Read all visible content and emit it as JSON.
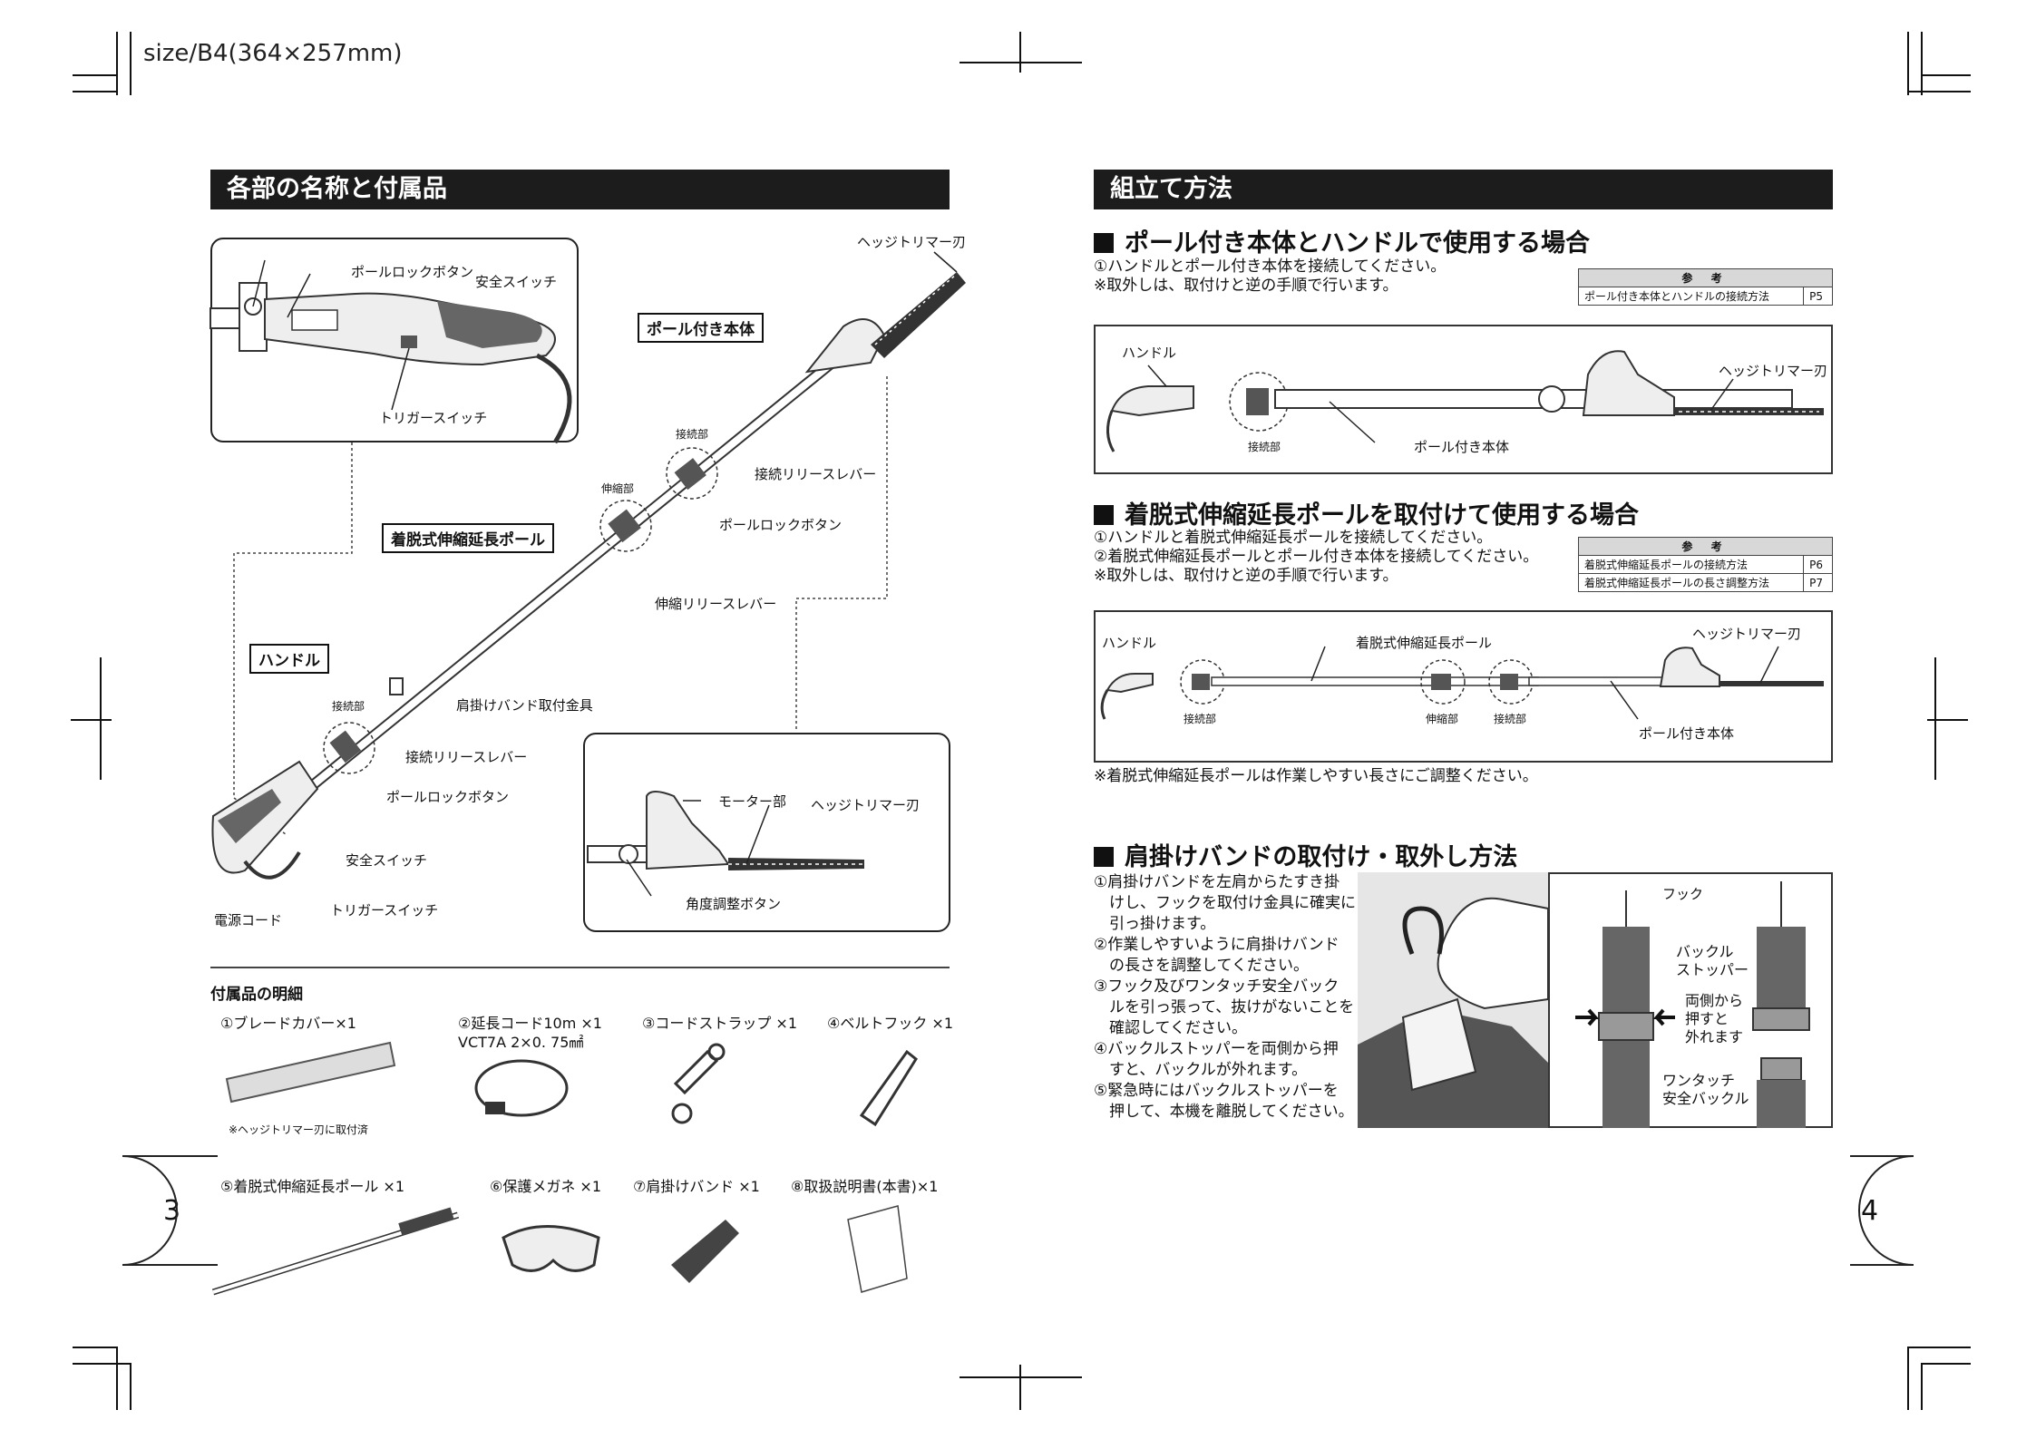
{
  "size_label": "size/B4(364×257mm)",
  "left_page": {
    "section_title": "各部の名称と付属品",
    "diagram_labels": {
      "hedge_blade_top": "ヘッジトリマー刃",
      "pole_main_body": "ポール付き本体",
      "inset_pole_lock": "ポールロックボタン",
      "inset_safety_switch": "安全スイッチ",
      "inset_trigger": "トリガースイッチ",
      "joint1": "接続部",
      "joint1_release": "接続リリースレバー",
      "joint1_lock": "ポールロックボタン",
      "telescope": "伸縮部",
      "telescope_release": "伸縮リリースレバー",
      "extension_pole": "着脱式伸縮延長ポール",
      "handle": "ハンドル",
      "joint2": "接続部",
      "shoulder_fitting": "肩掛けバンド取付金具",
      "joint2_release": "接続リリースレバー",
      "joint2_lock": "ポールロックボタン",
      "safety_switch": "安全スイッチ",
      "trigger": "トリガースイッチ",
      "power_cord": "電源コード",
      "motor": "モーター部",
      "hedge_blade_inset": "ヘッジトリマー刃",
      "angle_button": "角度調整ボタン"
    },
    "accessories_title": "付属品の明細",
    "accessories": [
      {
        "label": "①ブレードカバー×1",
        "note": "※ヘッジトリマー刃に取付済"
      },
      {
        "label": "②延長コード10m ×1\nVCT7A 2×0. 75㎟"
      },
      {
        "label": "③コードストラップ ×1"
      },
      {
        "label": "④ベルトフック ×1"
      },
      {
        "label": "⑤着脱式伸縮延長ポール ×1"
      },
      {
        "label": "⑥保護メガネ ×1"
      },
      {
        "label": "⑦肩掛けバンド ×1"
      },
      {
        "label": "⑧取扱説明書(本書)×1"
      }
    ],
    "page_number": "3"
  },
  "right_page": {
    "section_title": "組立て方法",
    "sub1": {
      "title": "ポール付き本体とハンドルで使用する場合",
      "notes": "①ハンドルとポール付き本体を接続してください。\n※取外しは、取付けと逆の手順で行います。",
      "ref_header": "参 考",
      "refs": [
        {
          "text": "ポール付き本体とハンドルの接続方法",
          "page": "P5"
        }
      ],
      "labels": {
        "handle": "ハンドル",
        "joint": "接続部",
        "pole_body": "ポール付き本体",
        "blade": "ヘッジトリマー刃"
      }
    },
    "sub2": {
      "title": "着脱式伸縮延長ポールを取付けて使用する場合",
      "notes": "①ハンドルと着脱式伸縮延長ポールを接続してください。\n②着脱式伸縮延長ポールとポール付き本体を接続してください。\n※取外しは、取付けと逆の手順で行います。",
      "ref_header": "参 考",
      "refs": [
        {
          "text": "着脱式伸縮延長ポールの接続方法",
          "page": "P6"
        },
        {
          "text": "着脱式伸縮延長ポールの長さ調整方法",
          "page": "P7"
        }
      ],
      "labels": {
        "handle": "ハンドル",
        "ext_pole": "着脱式伸縮延長ポール",
        "blade": "ヘッジトリマー刃",
        "joint_a": "接続部",
        "telescope": "伸縮部",
        "joint_b": "接続部",
        "pole_body": "ポール付き本体"
      },
      "footnote": "※着脱式伸縮延長ポールは作業しやすい長さにご調整ください。"
    },
    "sub3": {
      "title": "肩掛けバンドの取付け・取外し方法",
      "steps": "①肩掛けバンドを左肩からたすき掛\n　けし、フックを取付け金具に確実に\n　引っ掛けます。\n②作業しやすいように肩掛けバンド\n　の長さを調整してください。\n③フック及びワンタッチ安全バック\n　ルを引っ張って、抜けがないことを\n　確認してください。\n④バックルストッパーを両側から押\n　すと、バックルが外れます。\n⑤緊急時にはバックルストッパーを\n　押して、本機を離脱してください。",
      "labels": {
        "hook": "フック",
        "buckle_stopper": "バックル\nストッパー",
        "press": "両側から\n押すと\n外れます",
        "buckle": "ワンタッチ\n安全バックル"
      }
    },
    "page_number": "4"
  }
}
